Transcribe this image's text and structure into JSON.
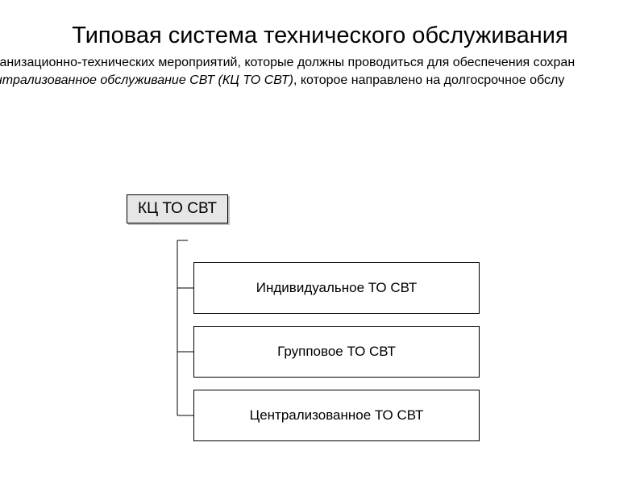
{
  "slide": {
    "title": "Типовая система технического обслуживания",
    "line1": "ганизационно-технических мероприятий, которые должны проводиться для обеспечения сохран",
    "line2_italic": "нтрализованное обслуживание СВТ (КЦ ТО СВТ)",
    "line2_rest": ", которое направлено на долгосрочное обслу"
  },
  "diagram": {
    "root": "КЦ ТО СВТ",
    "children": [
      "Индивидуальное ТО СВТ",
      "Групповое ТО СВТ",
      "Централизованное ТО СВТ"
    ]
  }
}
